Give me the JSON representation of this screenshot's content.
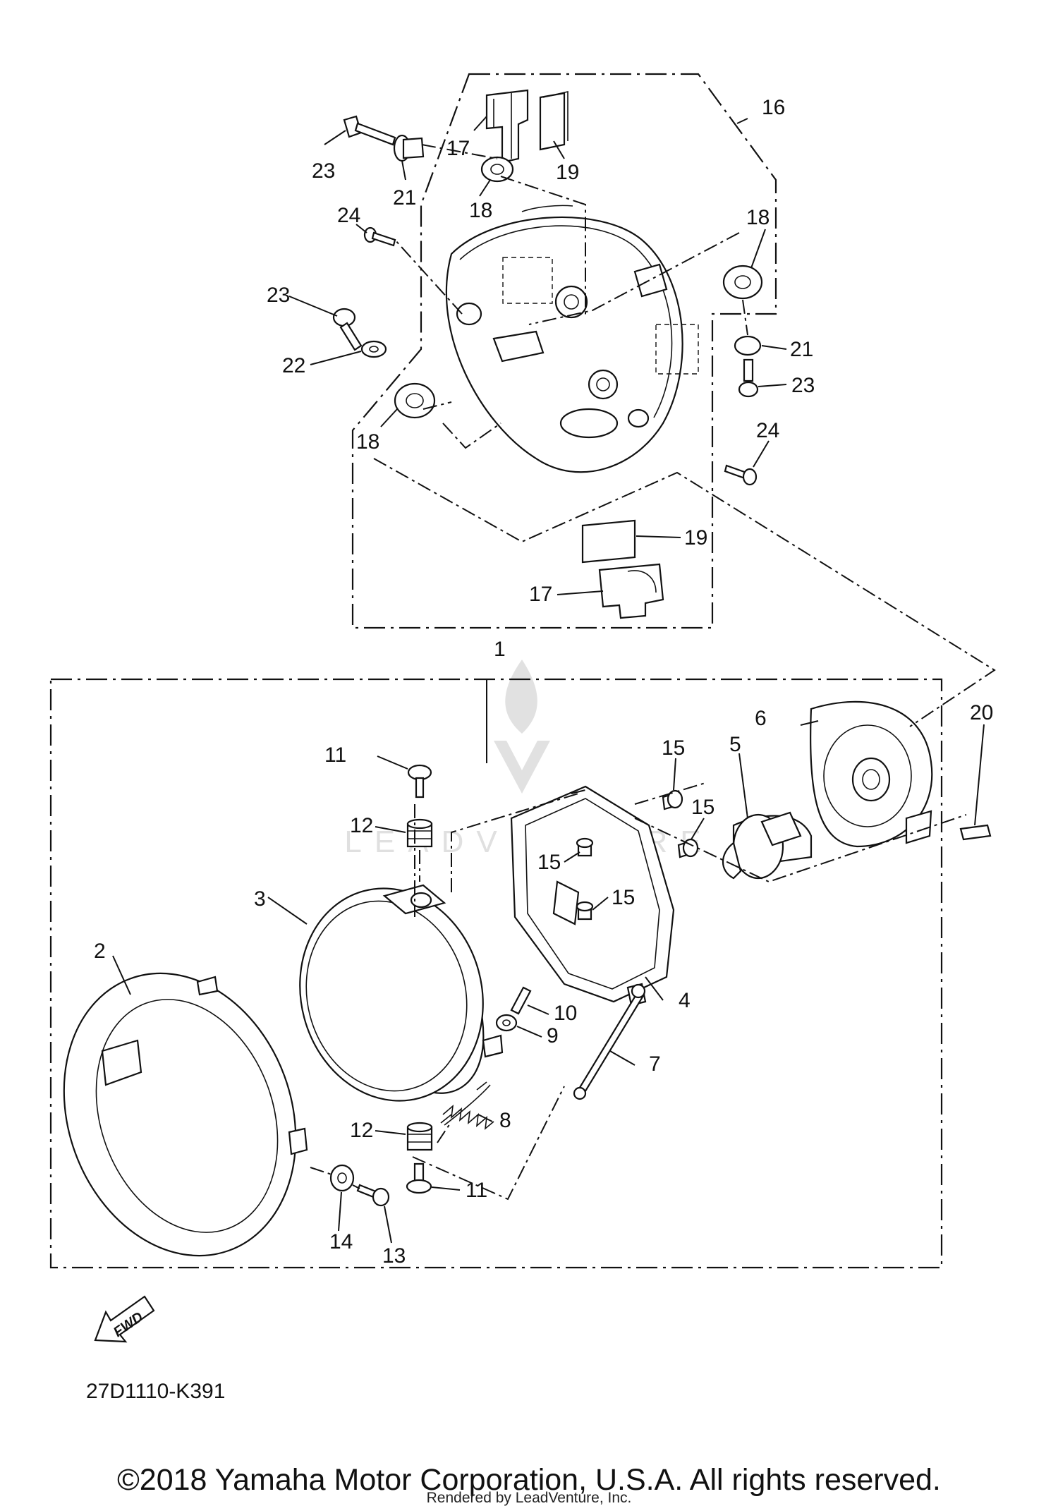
{
  "labels": {
    "l1": "1",
    "l2": "2",
    "l3": "3",
    "l4": "4",
    "l5": "5",
    "l6": "6",
    "l7": "7",
    "l8": "8",
    "l9": "9",
    "l10": "10",
    "l11a": "11",
    "l11b": "11",
    "l12a": "12",
    "l12b": "12",
    "l13": "13",
    "l14": "14",
    "l15a": "15",
    "l15b": "15",
    "l15c": "15",
    "l15d": "15",
    "l16": "16",
    "l17a": "17",
    "l17b": "17",
    "l18a": "18",
    "l18b": "18",
    "l18c": "18",
    "l19a": "19",
    "l19b": "19",
    "l20": "20",
    "l21a": "21",
    "l21b": "21",
    "l22": "22",
    "l23a": "23",
    "l23b": "23",
    "l23c": "23",
    "l24a": "24",
    "l24b": "24"
  },
  "fwd_label": "FWD",
  "diagram_code": "27D1110-K391",
  "copyright": "©2018 Yamaha Motor Corporation, U.S.A. All rights reserved.",
  "rendered_by": "Rendered by LeadVenture, Inc.",
  "watermark": "LEADVENTURE"
}
